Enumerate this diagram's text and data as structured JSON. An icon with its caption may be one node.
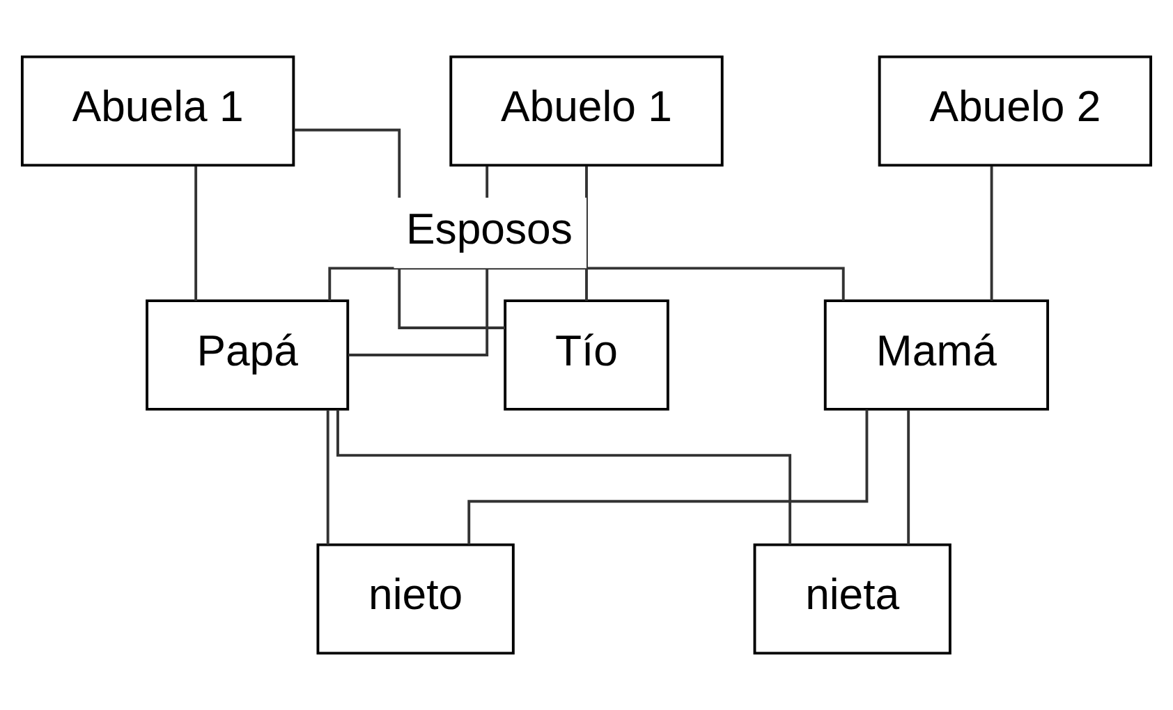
{
  "diagram": {
    "nodes": [
      {
        "text": [
          "Abuelo 1"
        ]
      },
      {
        "text": [
          "Abuela 1"
        ]
      },
      {
        "text": [
          "Abuelo 2"
        ]
      },
      {
        "text": [
          "Tío"
        ]
      },
      {
        "text": [
          "Papá"
        ]
      },
      {
        "text": [
          "Mamá"
        ]
      },
      {
        "text": [
          "nieto"
        ]
      },
      {
        "text": [
          "nieta"
        ]
      }
    ],
    "edges": [
      {
        "from": 0,
        "to": 3,
        "arrow": "none"
      },
      {
        "from": 0,
        "to": 4,
        "arrow": "none"
      },
      {
        "from": 1,
        "to": 3,
        "arrow": "none"
      },
      {
        "from": 1,
        "to": 4,
        "arrow": "none"
      },
      {
        "from": 2,
        "to": 5,
        "arrow": "none"
      },
      {
        "from": 4,
        "to": 5,
        "arrow": "none",
        "label": "Esposos"
      },
      {
        "from": 4,
        "to": 6,
        "arrow": "none"
      },
      {
        "from": 4,
        "to": 7,
        "arrow": "none"
      },
      {
        "from": 5,
        "to": 6,
        "arrow": "none"
      },
      {
        "from": 5,
        "to": 7,
        "arrow": "none"
      }
    ]
  }
}
